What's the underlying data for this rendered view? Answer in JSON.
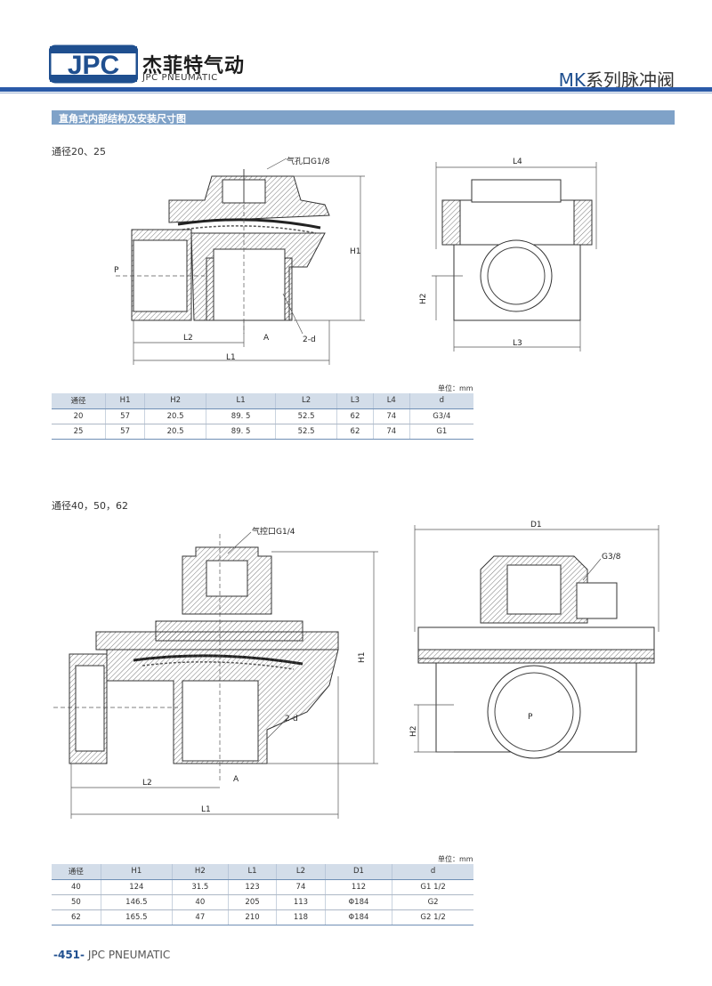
{
  "header": {
    "logo_text": "JPC",
    "brand_cn": "杰菲特气动",
    "brand_en": "JPC PNEUMATIC",
    "series_prefix": "MK",
    "series_suffix": "系列脉冲阀"
  },
  "section": {
    "title": "直角式内部结构及安装尺寸图"
  },
  "part1": {
    "caption": "通径20、25",
    "labels": {
      "port": "气孔口G1/8",
      "P": "P",
      "A": "A",
      "H1": "H1",
      "H2": "H2",
      "L1": "L1",
      "L2": "L2",
      "L3": "L3",
      "L4": "L4",
      "d": "2-d"
    },
    "unit": "单位：mm",
    "table": {
      "headers": [
        "通径",
        "H1",
        "H2",
        "L1",
        "L2",
        "L3",
        "L4",
        "d"
      ],
      "rows": [
        [
          "20",
          "57",
          "20.5",
          "89. 5",
          "52.5",
          "62",
          "74",
          "G3/4"
        ],
        [
          "25",
          "57",
          "20.5",
          "89. 5",
          "52.5",
          "62",
          "74",
          "G1"
        ]
      ]
    }
  },
  "part2": {
    "caption": "通径40，50，62",
    "labels": {
      "port": "气控口G1/4",
      "g38": "G3/8",
      "P": "P",
      "A": "A",
      "H1": "H1",
      "H2": "H2",
      "L1": "L1",
      "L2": "L2",
      "D1": "D1",
      "d": "2-d"
    },
    "unit": "单位：mm",
    "table": {
      "headers": [
        "通径",
        "H1",
        "H2",
        "L1",
        "L2",
        "D1",
        "d"
      ],
      "rows": [
        [
          "40",
          "124",
          "31.5",
          "123",
          "74",
          "112",
          "G1 1/2"
        ],
        [
          "50",
          "146.5",
          "40",
          "205",
          "113",
          "Φ184",
          "G2"
        ],
        [
          "62",
          "165.5",
          "47",
          "210",
          "118",
          "Φ184",
          "G2 1/2"
        ]
      ]
    }
  },
  "footer": {
    "page": "-451-",
    "brand": "JPC PNEUMATIC"
  },
  "colors": {
    "brand_blue": "#2a5aa8",
    "section_bar": "#7fa2c8",
    "table_header": "#d3dde9"
  }
}
